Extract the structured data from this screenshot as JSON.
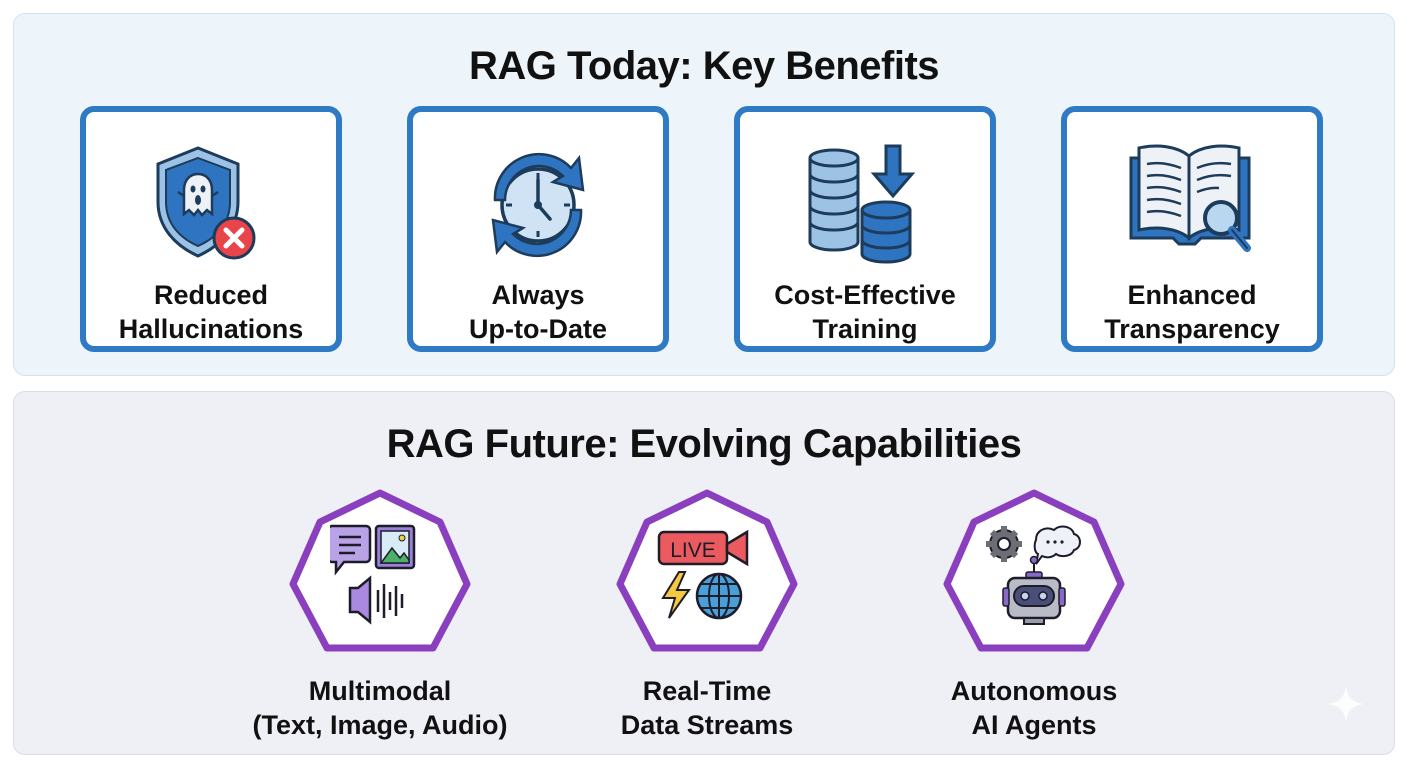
{
  "top_section": {
    "title": "RAG Today: Key Benefits",
    "cards": [
      {
        "icon": "shield-ghost-x-icon",
        "line1": "Reduced",
        "line2": "Hallucinations"
      },
      {
        "icon": "clock-refresh-icon",
        "line1": "Always",
        "line2": "Up-to-Date"
      },
      {
        "icon": "database-download-icon",
        "line1": "Cost-Effective",
        "line2": "Training"
      },
      {
        "icon": "book-magnifier-icon",
        "line1": "Enhanced",
        "line2": "Transparency"
      }
    ]
  },
  "bottom_section": {
    "title": "RAG Future: Evolving Capabilities",
    "items": [
      {
        "icon": "multimodal-icon",
        "line1": "Multimodal",
        "line2": "(Text, Image, Audio)"
      },
      {
        "icon": "live-stream-icon",
        "line1": "Real-Time",
        "line2": "Data Streams",
        "badge": "LIVE"
      },
      {
        "icon": "robot-agent-icon",
        "line1": "Autonomous",
        "line2": "AI Agents"
      }
    ]
  },
  "colors": {
    "card_border": "#2f7ac4",
    "heptagon_border": "#8a3fbf",
    "top_bg": "#eef5fa",
    "bottom_bg": "#efeff6"
  }
}
